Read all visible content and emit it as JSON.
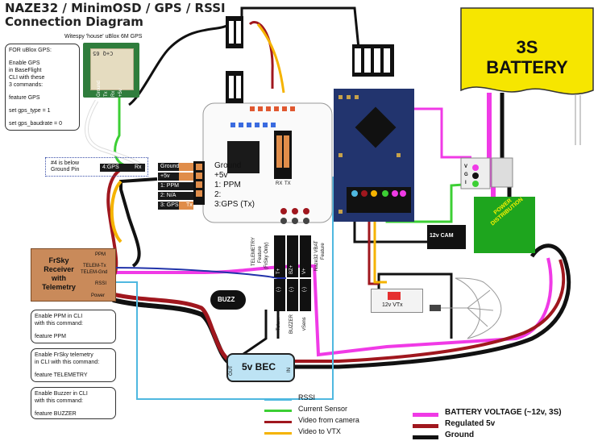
{
  "title": {
    "line1": "NAZE32 / MinimOSD / GPS / RSSI",
    "line2": "Connection Diagram"
  },
  "gps": {
    "label": "Witespy 'house' uBlox 6M GPS",
    "chip_text": "C+Q 65",
    "pins": [
      "Ground",
      "Tx",
      "Rx",
      "+5v"
    ]
  },
  "notes": {
    "gps_lines": [
      "FOR uBlox GPS:",
      "",
      "Enable GPS",
      "in BaseFlight",
      "CLI with these",
      "3 commands:",
      "",
      "feature GPS",
      "",
      "set gps_type = 1",
      "",
      "set gps_baudrate = 0"
    ],
    "ppm_lines": [
      "Enable PPM in CLI",
      "with this command:",
      "",
      "feature PPM"
    ],
    "telemetry_lines": [
      "Enable FrSky telemetry",
      "in CLI with this command:",
      "",
      "feature TELEMETRY"
    ],
    "buzzer_lines": [
      "Enable Buzzer in CLI",
      "with this command:",
      "",
      "feature BUZZER"
    ],
    "ground_pin": [
      "#4 is below",
      "Ground Pin"
    ]
  },
  "headers": {
    "row_top_left": "Ground",
    "row_plus5": "+5v",
    "row_ppm": "1: PPM",
    "row_na": "2: N/A",
    "row_gps": "3: GPS",
    "row_tx": "Tx",
    "gps_pin4": "4:GPS",
    "gps_rx": "Rx"
  },
  "pins": {
    "ground": "Ground",
    "plus5": "+5v",
    "ppm": "1: PPM",
    "two": "2:",
    "gps_tx": "3:GPS (Tx)"
  },
  "osd_pins": [
    "RX",
    "TX"
  ],
  "frsky": {
    "name": [
      "FrSky",
      "Receiver",
      "with",
      "Telemetry"
    ],
    "ppm": "PPM",
    "telem_tx": "TELEM-Tx",
    "telem_gnd": "TELEM-Gnd",
    "rssi": "RSSI",
    "power": "Power"
  },
  "naze_labels": {
    "telemetry": [
      "TELEMETRY",
      "Feature",
      "(FrSky Only)"
    ],
    "vbat": [
      "Naze32 VBAT",
      "Feature"
    ],
    "telem": "Telem",
    "buzzer": "BUZZER",
    "vsens": "vSens",
    "minus": "(-)",
    "vcc": "V+",
    "t": "T+",
    "b": "BZ+"
  },
  "battery": {
    "line1": "3S",
    "line2": "BATTERY"
  },
  "battery_plug": [
    "V",
    "G",
    "I"
  ],
  "power_dist": [
    "POWER",
    "DISTRIBUTION"
  ],
  "bec": {
    "label": "5v BEC",
    "out": "OUT",
    "in": "IN"
  },
  "buzz": "BUZZ",
  "camera": "12v CAM",
  "vtx": "12v VTx",
  "legend_left": [
    {
      "label": "RSSI",
      "color": "#4fb8e0"
    },
    {
      "label": "Current Sensor",
      "color": "#3ccf34"
    },
    {
      "label": "Video from camera",
      "color": "#a0171e"
    },
    {
      "label": "Video to VTX",
      "color": "#f5b300"
    }
  ],
  "legend_right": [
    {
      "label": "BATTERY VOLTAGE (~12v, 3S)",
      "color": "#f03ae6"
    },
    {
      "label": "Regulated 5v",
      "color": "#a0171e"
    },
    {
      "label": "Ground",
      "color": "#111111"
    }
  ],
  "colors": {
    "battery_voltage": "#f03ae6",
    "regulated_5v": "#a0171e",
    "ground": "#111111",
    "rssi": "#4fb8e0",
    "current_sensor": "#3ccf34",
    "video_camera": "#a0171e",
    "video_vtx": "#f5b300",
    "battery_fill": "#f6e600",
    "power_dist": "#1ea51e",
    "frsky": "#c98a5a",
    "naze_board": "#22346e",
    "bec": "#bde3f4"
  }
}
